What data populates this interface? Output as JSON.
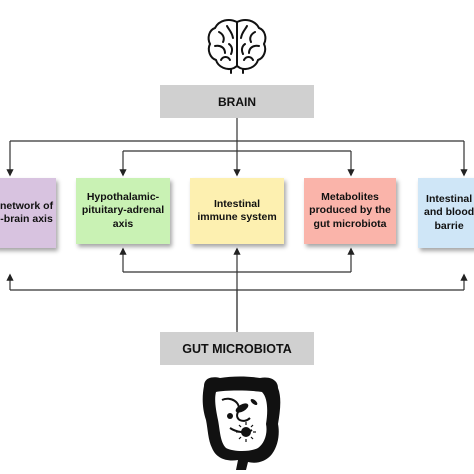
{
  "top_node": {
    "label": "BRAIN",
    "icon": "brain-icon"
  },
  "bottom_node": {
    "label": "GUT MICROBIOTA",
    "icon": "intestine-icon"
  },
  "pathways": [
    {
      "label": "network of\n-brain axis",
      "color": "#d8c3e0"
    },
    {
      "label": "Hypothalamic-\npituitary-adrenal\naxis",
      "color": "#c9f2b4"
    },
    {
      "label": "Intestinal\nimmune system",
      "color": "#fdf0b0"
    },
    {
      "label": "Metabolites\nproduced by the\ngut microbiota",
      "color": "#fab4aa"
    },
    {
      "label": "Intestinal\nand blood\nbarrie",
      "color": "#cfe6f7"
    }
  ]
}
